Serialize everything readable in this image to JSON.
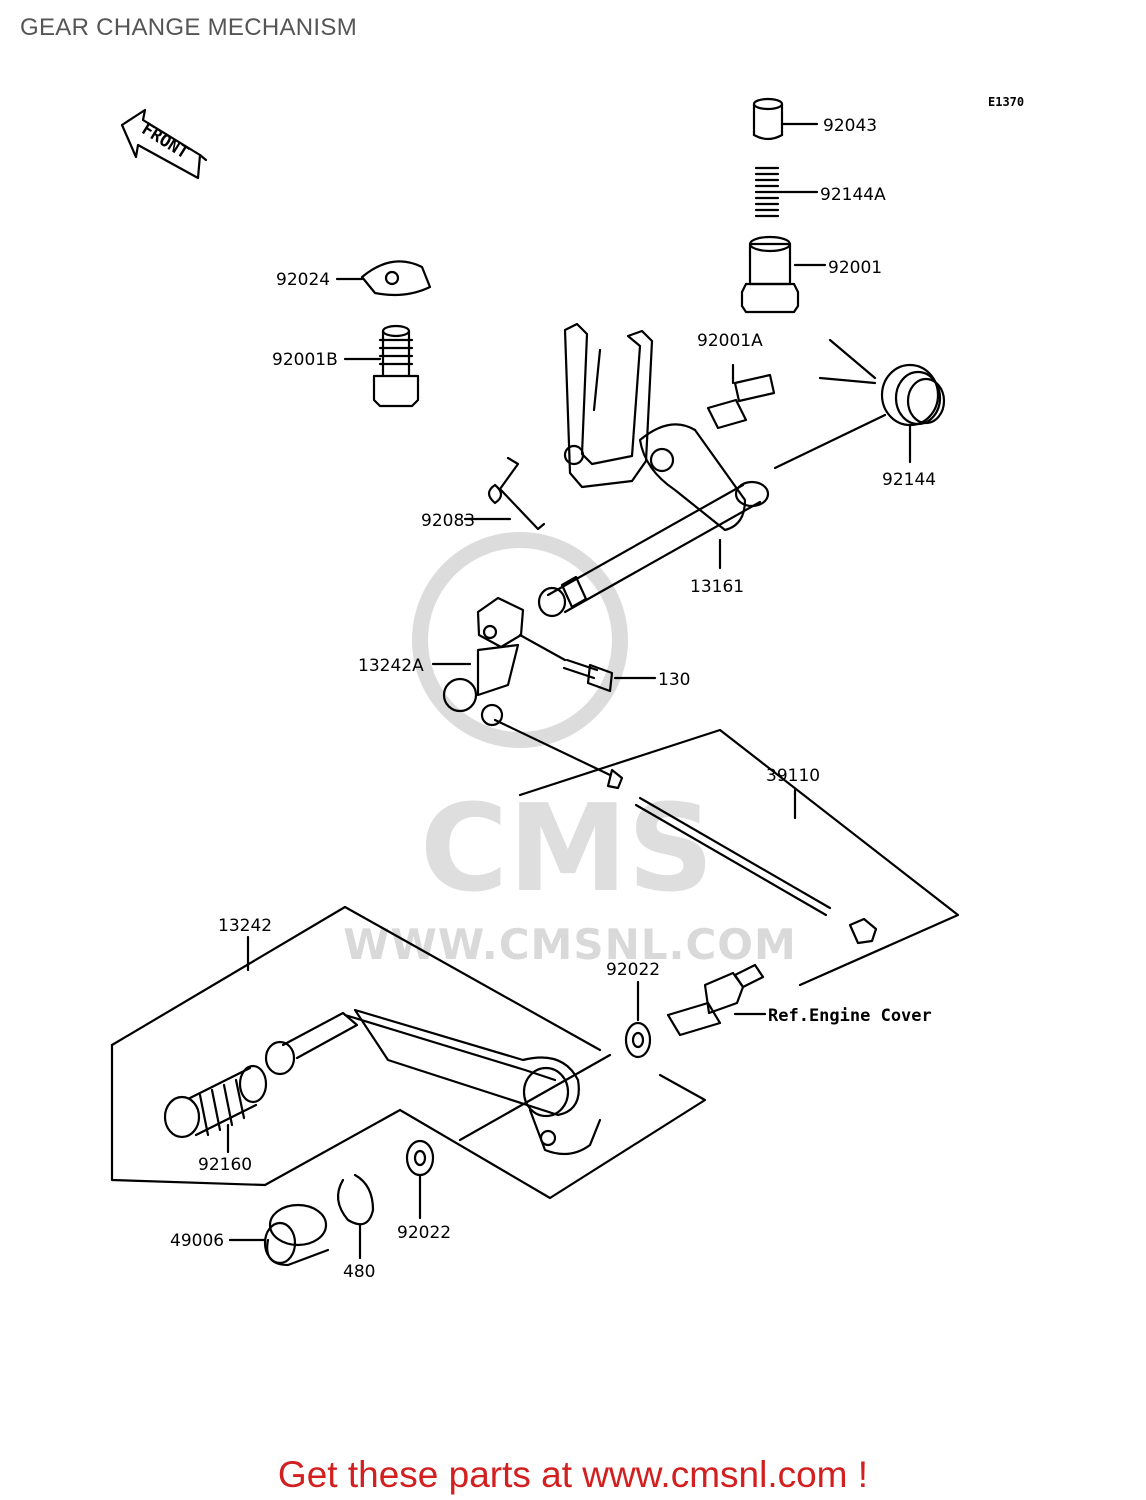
{
  "page": {
    "title": "GEAR CHANGE MECHANISM",
    "diagram_code": "E1370",
    "footer": "Get these parts at www.cmsnl.com !",
    "watermark_url": "WWW.CMSNL.COM",
    "watermark_logo": "CMS"
  },
  "front_marker": "FRONT",
  "parts": {
    "p92043": "92043",
    "p92144A": "92144A",
    "p92001": "92001",
    "p92024": "92024",
    "p92001B": "92001B",
    "p92001A": "92001A",
    "p92144": "92144",
    "p92083": "92083",
    "p13161": "13161",
    "p13242A": "13242A",
    "p130": "130",
    "p39110": "39110",
    "p13242": "13242",
    "p92022a": "92022",
    "ref_engine_cover": "Ref.Engine Cover",
    "p92160": "92160",
    "p49006": "49006",
    "p480": "480",
    "p92022b": "92022"
  },
  "colors": {
    "title": "#555555",
    "footer": "#d21f1f",
    "watermark": "#d9d9d9",
    "line": "#000000"
  }
}
